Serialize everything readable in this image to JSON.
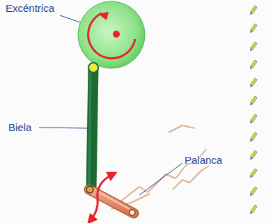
{
  "diagram": {
    "labels": [
      "Excéntrica",
      "Biela",
      "Palanca"
    ]
  }
}
